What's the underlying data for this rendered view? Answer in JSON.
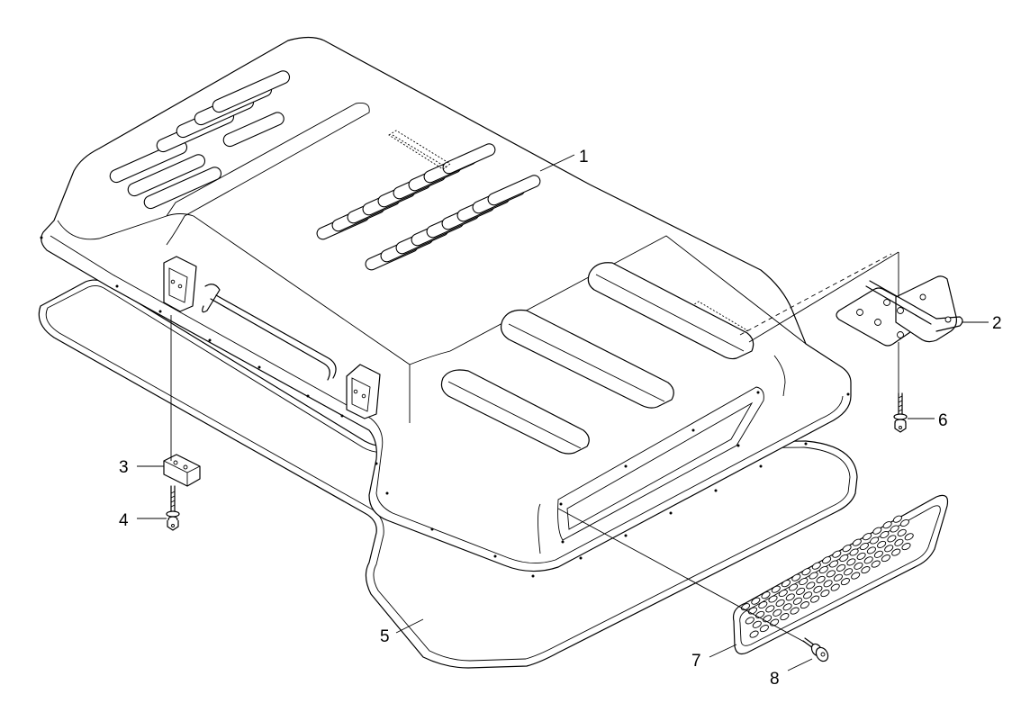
{
  "diagram": {
    "callouts": [
      {
        "id": "part-1",
        "label": "1"
      },
      {
        "id": "part-2",
        "label": "2"
      },
      {
        "id": "part-3",
        "label": "3"
      },
      {
        "id": "part-4",
        "label": "4"
      },
      {
        "id": "part-5",
        "label": "5"
      },
      {
        "id": "part-6",
        "label": "6"
      },
      {
        "id": "part-7",
        "label": "7"
      },
      {
        "id": "part-8",
        "label": "8"
      }
    ]
  }
}
